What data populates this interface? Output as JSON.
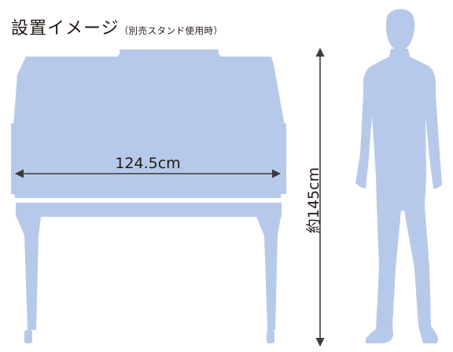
{
  "title": {
    "main": "設置イメージ",
    "sub": "（別売スタンド使用時）"
  },
  "dimensions": {
    "width_label": "124.5cm",
    "height_label": "約145cm"
  },
  "colors": {
    "silhouette": "#b7c9ea",
    "arrow": "#3e3a39",
    "text": "#231815"
  }
}
